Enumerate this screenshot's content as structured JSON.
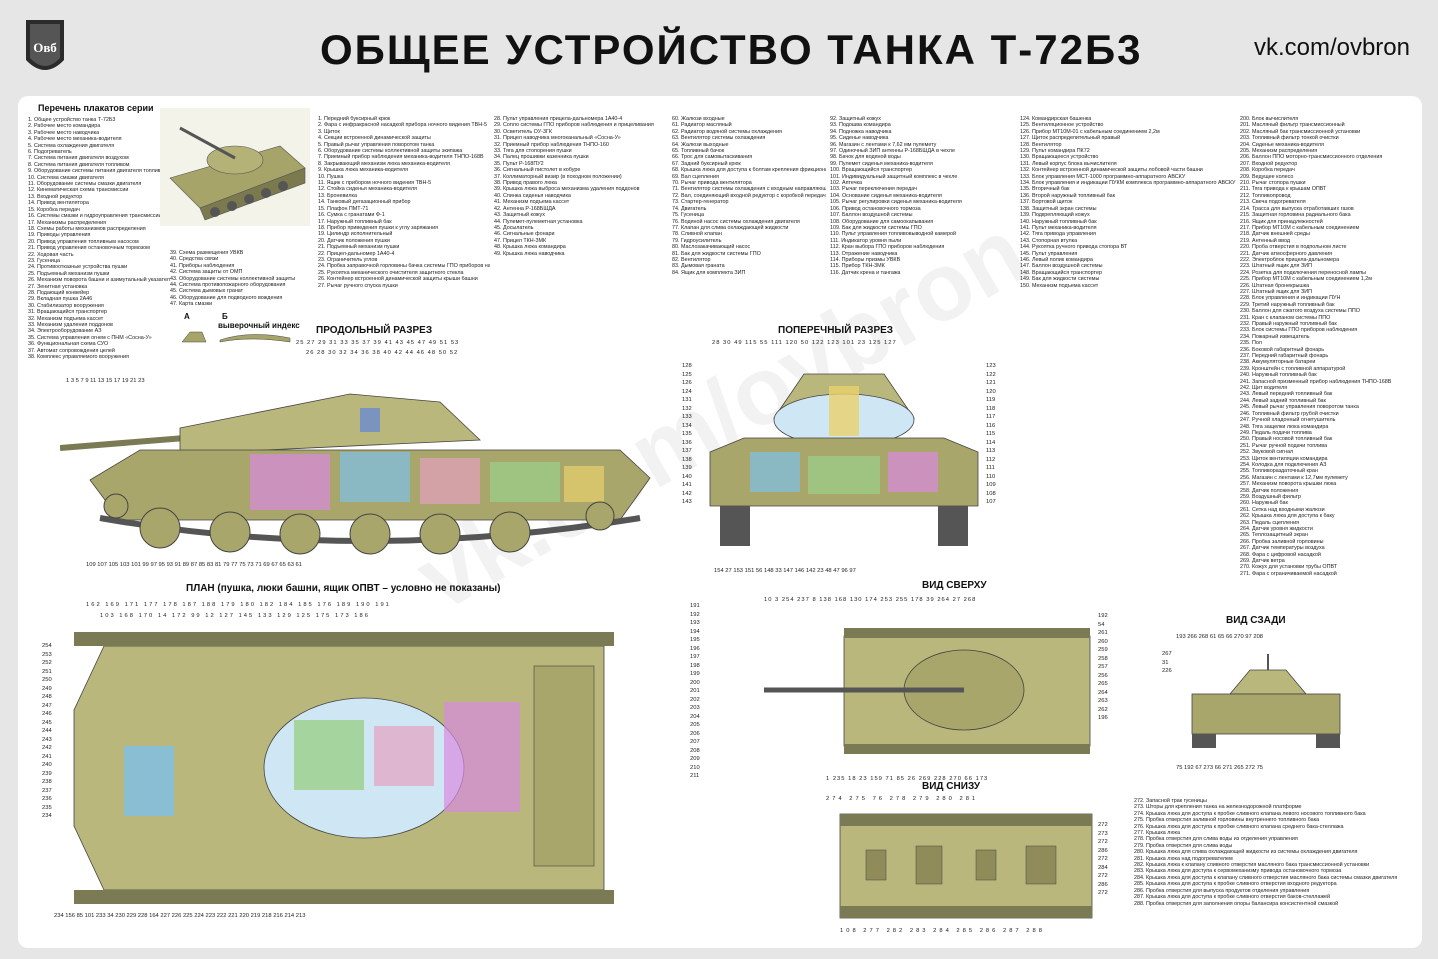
{
  "header": {
    "title": "ОБЩЕЕ УСТРОЙСТВО ТАНКА Т-72Б3",
    "link": "vk.com/ovbron",
    "logo_text": "Овб"
  },
  "watermark": "vk.com/ovbron",
  "series_list": {
    "title": "Перечень плакатов серии",
    "col1": [
      "1. Общее устройство танка Т-72Б3",
      "2. Рабочее место командира",
      "3. Рабочее место наводчика",
      "4. Рабочее место механика-водителя",
      "5. Система охлаждения двигателя",
      "6. Подогреватель",
      "7. Система питания двигателя воздухом",
      "8. Система питания двигателя топливом",
      "9. Оборудование системы питания двигателя топливом",
      "10. Система смазки двигателя",
      "11. Оборудование системы смазки двигателя",
      "12. Кинематическая схема трансмиссии",
      "13. Входной редуктор",
      "14. Привод вентилятора",
      "15. Коробка передач",
      "16. Системы смазки и гидроуправления трансмиссии",
      "17. Механизмы распределения",
      "18. Схемы работы механизмов распределения",
      "19. Приводы управления",
      "20. Привод управления топливным насосом",
      "21. Привод управления остановочным тормозом",
      "22. Ходовая часть",
      "23. Гусеница",
      "24. Противоотказные устройства пушки",
      "25. Подъемный механизм пушки",
      "26. Механизм поворота башни и азимутальный указатель",
      "27. Зенитная установка",
      "28. Подающий конвейер",
      "29. Вкладная пушка 2А46",
      "30. Стабилизатор вооружения",
      "31. Вращающийся транспортер",
      "32. Механизм подъема кассет",
      "33. Механизм удаления поддонов",
      "34. Электрооборудование АЗ",
      "35. Система управления огнем с ПНМ «Сосна-У»",
      "36. Функциональная схема СУО",
      "37. Автомат сопровождения целей",
      "38. Комплекс управляемого вооружения"
    ],
    "col2": [
      "39. Схема размещения УВКВ",
      "40. Средства связи",
      "41. Приборы наблюдения",
      "42. Система защиты от ОМП",
      "43. Оборудование системы коллективной защиты",
      "44. Система противопожарного оборудования",
      "45. Система дымовых гранат",
      "46. Оборудование для подводного вождения",
      "47. Карта смазки"
    ]
  },
  "sections": {
    "longitudinal": "ПРОДОЛЬНЫЙ РАЗРЕЗ",
    "cross": "ПОПЕРЕЧНЫЙ РАЗРЕЗ",
    "plan": "ПЛАН (пушка, люки башни, ящик ОПВТ – условно не показаны)",
    "top": "ВИД СВЕРХУ",
    "rear": "ВИД СЗАДИ",
    "bottom": "ВИД СНИЗУ",
    "view_index": "выверочный индекс",
    "label_a": "А",
    "label_b": "Б"
  },
  "legend_1": [
    "1. Передний буксирный крюк",
    "2. Фара с инфракрасной насадкой прибора ночного видения ТВН-5",
    "3. Щиток",
    "4. Секции встроенной динамической защиты",
    "5. Правый рычаг управления поворотом танка",
    "6. Оборудование системы коллективной защиты экипажа",
    "7. Приемный прибор наблюдения механика-водителя ТНПО-168В",
    "8. Закрывающий механизм люка механика-водителя",
    "9. Крышка люка механика-водителя",
    "10. Пушка",
    "11. Ящик с прибором ночного видения ТВН-5",
    "12. Стойка сиденья механика-водителя",
    "13. Броневилка",
    "14. Танковый дегазационный прибор",
    "15. Плафон ПМТ-71",
    "16. Сумка с гранатами Ф-1",
    "17. Наружный топливный бак",
    "18. Прибор приведения пушки к углу заряжания",
    "19. Цилиндр исполнительный",
    "20. Датчик положения пушки",
    "21. Подъемный механизм пушки",
    "22. Прицел-дальномер 1А40-4",
    "23. Ограничитель углов",
    "24. Пробка заправочной горловины бачка системы ГПО приборов наблюдения и прицеливания",
    "25. Рукоятка механического очистителя защитного стекла",
    "26. Контейнер встроенной динамической защиты крыши башни",
    "27. Рычаг ручного спуска пушки"
  ],
  "legend_2": [
    "28. Пульт управления прицела-дальномера 1А40-4",
    "29. Сопло системы ГПО приборов наблюдения и прицеливания",
    "30. Осветитель ОУ-3ГК",
    "31. Прицел наводчика многоканальный «Сосна-У»",
    "32. Приемный прибор наблюдения ТНПО-160",
    "33. Тяга для стопорения пушки",
    "34. Палец прошивки казенника пушки",
    "35. Пульт Р-168ПУ2",
    "36. Сигнальный пистолет в кобуре",
    "37. Коллиматорный визир (в походном положении)",
    "38. Привод правого люка",
    "39. Крышка люка выброса механизма удаления поддонов",
    "40. Спинка сиденья наводчика",
    "41. Механизм подъема кассет",
    "42. Антенна Р-168БШДА",
    "43. Защитный кожух",
    "44. Пулемет-пулеметная установка",
    "45. Досылатель",
    "46. Сигнальные фонари",
    "47. Прицел ТКН-3МК",
    "48. Крышка люка командира",
    "49. Крышка люка наводчика"
  ],
  "legend_3": [
    "60. Жалюзи входные",
    "61. Радиатор масляный",
    "62. Радиатор водяной системы охлаждения",
    "63. Вентилятор системы охлаждения",
    "64. Жалюзи выходные",
    "65. Топливный бачок",
    "66. Трос для самовытаскивания",
    "67. Задний буксирный крюк",
    "68. Крышка люка для доступа к болтам крепления фрикциона вентилятора",
    "69. Вал сцепления",
    "70. Рычаг привода вентилятора",
    "71. Вентилятор системы охлаждения с входным направляющим аппаратом",
    "72. Вал, соединяющий входной редуктор с коробкой передач",
    "73. Стартер-генератор",
    "74. Двигатель",
    "75. Гусеница",
    "76. Водяной насос системы охлаждения двигателя",
    "77. Клапан для слива охлаждающей жидкости",
    "78. Сливной клапан",
    "79. Гидроусилитель",
    "80. Маслозакачивающий насос",
    "81. Бак для жидкости системы ГПО",
    "82. Вентилятор",
    "83. Дымовая граната",
    "84. Ящик для комплекта ЗИП"
  ],
  "legend_4": [
    "92. Защитный кожух",
    "93. Подошва командира",
    "94. Подножка наводчика",
    "95. Сиденье наводчика",
    "96. Магазин с лентами к 7,62 мм пулемету",
    "97. Одиночный ЗИП антенны Р-168БШДА в чехле",
    "98. Бачок для водяной воды",
    "99. Пулемет сиденья механика-водителя",
    "100. Вращающийся транспортер",
    "101. Индивидуальный защитный комплекс в чехле",
    "102. Аптечка",
    "103. Рычаг переключения передач",
    "104. Основание сиденья механика-водителя",
    "105. Рычаг регулировки сиденья механика-водителя",
    "106. Привод остановочного тормоза",
    "107. Баллон воздушной системы",
    "108. Оборудование для самоокапывания",
    "109. Бак для жидкости системы ГПО",
    "110. Пульт управления топливовыводной камерой",
    "111. Индикатор уровня пыли",
    "112. Кран выбора ГПО приборов наблюдения",
    "113. Отражение наводчика",
    "114. Приборы призмы УВКВ",
    "115. Прибор ТКН-3МК",
    "116. Датчик крена и тангажа"
  ],
  "legend_5": [
    "124. Командирская башенка",
    "125. Вентиляционное устройство",
    "126. Прибор МТ10М-01 с кабельным соединением 2,2м",
    "127. Щиток распределительный правый",
    "128. Вентилятор",
    "129. Пульт командира ПК72",
    "130. Вращающееся устройство",
    "131. Левый корпус блока вычислителя",
    "132. Контейнер встроенной динамической защиты лобовой части башни",
    "133. Блок управления МСТ-1000 программно-аппаратного АВСКУ",
    "134. Блок управления и индикации ПУКМ комплекса программно-аппаратного АВСКУ",
    "135. Вторичный бак",
    "136. Второй наружный топливный бак",
    "137. Бортовой щиток",
    "138. Защитный экран системы",
    "139. Подкрепляющий кожух",
    "140. Наружный топливный бак",
    "141. Пульт механика-водителя",
    "142. Тяга привода управления",
    "143. Стопорная втулка",
    "144. Рукоятка ручного привода стопора ВТ",
    "145. Пульт управления",
    "146. Левый полик командира",
    "147. Баллон воздушной системы",
    "148. Вращающийся транспортер",
    "149. Бак для жидкости системы",
    "150. Механизм подъема кассет"
  ],
  "legend_6": [
    "200. Блок вычислителя",
    "201. Масляный фильтр трансмиссионный",
    "202. Масляный бак трансмиссионной установки",
    "203. Топливный фильтр тонкой очистки",
    "204. Сиденье механика-водителя",
    "205. Механизм распределения",
    "206. Баллон ППО моторно-трансмиссионного отделения",
    "207. Входной редуктор",
    "208. Коробка передач",
    "209. Ведущее колесо",
    "210. Рычаг стопора пушки",
    "211. Тяга привода к крышам ОПВТ",
    "212. Топливопровод",
    "213. Свеча подогревателя",
    "214. Трасса для выпуска отработавших газов",
    "215. Защитная горловина радиального бака",
    "216. Ящик для принадлежностей",
    "217. Прибор МТ10М с кабельным соединением",
    "218. Датчик внешней среды",
    "219. Антенный ввод",
    "220. Проба отверстия в подпольном листе",
    "221. Датчик атмосферного давления",
    "222. Электроблок прицела-дальномера",
    "223. Штатный ящик для ЗИП",
    "224. Розетка для подключения переносной лампы",
    "225. Прибор МТ10М с кабельным соединением 1,2м",
    "226. Штатная бронекрышка",
    "227. Штатный ящик для ЗИП",
    "228. Блок управления и индикации ПУН",
    "229. Третий наружный топливный бак",
    "230. Баллон для сжатого воздуха системы ППО",
    "231. Кран с клапаном системы ППО",
    "232. Правый наружный топливный бак",
    "233. Блок системы ГПО приборов наблюдения",
    "234. Пожарный извещатель",
    "235. Пол",
    "236. Боковой габаритный фонарь",
    "237. Передний габаритный фонарь",
    "238. Аккумуляторные батареи",
    "239. Кронштейн с топливной аппаратурой",
    "240. Наружный топливный бак",
    "241. Запасной призменный прибор наблюдения ТНПО-168В",
    "242. Щит водителя",
    "243. Левый передний топливный бак",
    "244. Левый задний топливный бак",
    "245. Левый рычаг управления поворотом танка",
    "246. Топливный фильтр грубой очистки",
    "247. Ручной хладонный огнетушитель",
    "248. Тяга защелки люка командира",
    "249. Педаль подачи топлива",
    "250. Правый носовой топливный бак",
    "251. Рычаг ручной подачи топлива",
    "252. Звуковой сигнал",
    "253. Щиток вентиляции командира",
    "254. Колодка для подключения АЗ",
    "255. Топливораздаточный кран",
    "256. Магазин с лентами к 12,7мм пулемету",
    "257. Механизм поворота крышки люка",
    "258. Датчик положения",
    "259. Воздушный фильтр",
    "260. Наружный бак",
    "261. Сетка над входными жалюзи",
    "262. Крышка люка для доступа к баку",
    "263. Педаль сцепления",
    "264. Датчик уровня жидкости",
    "265. Теплозащитный экран",
    "266. Пробка заливной горловины",
    "267. Датчик температуры воздуха",
    "268. Фара с цифровой насадкой",
    "269. Датчик ветра",
    "270. Кожух для установки трубы ОПВТ",
    "271. Фара с ограничиваемой насадкой"
  ],
  "legend_7": [
    "272. Запасной трак гусеницы",
    "273. Шторы для крепления танка на железнодорожной платформе",
    "274. Крышка люка для доступа к пробке сливного клапана левого носового топливного бака",
    "275. Пробка отверстия заливной горловины внутреннего топливного бака",
    "276. Крышка люка для доступа к пробке сливного клапана среднего бака-стеллажа",
    "277. Крышка люка",
    "278. Пробка отверстия для слива воды из отделения управления",
    "279. Пробка отверстия для слива воды",
    "280. Крышка люка для слива охлаждающей жидкости из системы охлаждения двигателя",
    "281. Крышка люка над подогревателем",
    "282. Крышка люка к клапану сливного отверстия масляного бака трансмиссионной установки",
    "283. Крышка люка для доступа к сервомеханизму привода остановочного тормоза",
    "284. Крышка люка для доступа к клапану сливного отверстия масляного бака системы смазки двигателя",
    "285. Крышка люка для доступа к пробке сливного отверстия входного редуктора",
    "286. Пробка отверстия для выпуска продуктов отделения управления",
    "287. Крышка люка для доступа к пробке сливного отверстия баков-стеллажей",
    "288. Пробка отверстия для заполнения опоры балансира консистентной смазкой"
  ],
  "numbers": {
    "long_top": "25   27   29   31   33   35   37   39   41   43   45   47   49   51   53",
    "long_top2": "26   28   30   32   34   36   38   40   42   44   46   48   50   52",
    "long_side": "1       3       5       7       9      11      13      15      17      19      21      23",
    "long_bottom": "109   107   105   103   101   99   97   95   93   91   89   87   85   83   81   79   77   75   73   71   69   67   65   63   61",
    "cross_top": "28  30  49  115  55  111  120  50  122  123  101  23  125  127",
    "cross_bottom": "154   27   153   151   56   148   33   147   146   142   23   48   47   96   97",
    "cross_left": [
      "128",
      "125",
      "126",
      "124",
      "131",
      "132",
      "133",
      "134",
      "135",
      "136",
      "137",
      "138",
      "139",
      "140",
      "141",
      "142",
      "143"
    ],
    "cross_right": [
      "123",
      "122",
      "121",
      "120",
      "119",
      "118",
      "117",
      "116",
      "115",
      "114",
      "113",
      "112",
      "111",
      "110",
      "109",
      "108",
      "107"
    ],
    "plan_top": "162   169   171   177   178   187   188   179   180   182   184   185   176   189   190   191",
    "plan_top2": "103   168   170   14   172   99   12   127   145   133   129   125   175   173   186",
    "plan_left": [
      "254",
      "253",
      "252",
      "251",
      "250",
      "249",
      "248",
      "247",
      "246",
      "245",
      "244",
      "243",
      "242",
      "241",
      "240",
      "239",
      "238",
      "237",
      "236",
      "235",
      "234"
    ],
    "plan_right": [
      "191",
      "192",
      "193",
      "194",
      "195",
      "196",
      "197",
      "198",
      "199",
      "200",
      "201",
      "202",
      "203",
      "204",
      "205",
      "206",
      "207",
      "208",
      "209",
      "210",
      "211"
    ],
    "plan_bottom": "234   156   85   101   233   34   230   229   228   164   227   226   225   224   223   222   221   220   219   218   216   214   213",
    "top_top": "10   3   254   237   8   138   168   130   174   253   255   178   39   264   27   268",
    "top_bottom": "1   235   18   23   159   71   85   26   269   228   270   66   173",
    "top_right": [
      "192",
      "54",
      "261",
      "260",
      "259",
      "258",
      "257",
      "256",
      "265",
      "264",
      "263",
      "262",
      "196"
    ],
    "rear_top": "193   266   268   61   65   66   270   97   208",
    "rear_left": [
      "267",
      "31",
      "226"
    ],
    "rear_bottom": "75   192   67   273   66   271   265   272   75",
    "bottom_top": "274   275   76   278   279   280   281",
    "bottom_bottom": "108   277   282   283   284   285   286   287   288",
    "bottom_right": [
      "272",
      "273",
      "272",
      "286",
      "272",
      "284",
      "272",
      "286",
      "272"
    ]
  }
}
